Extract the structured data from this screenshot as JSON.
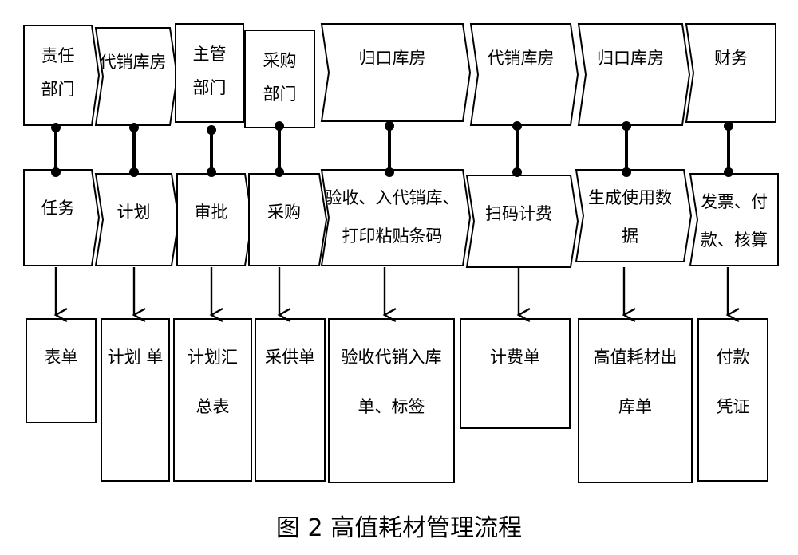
{
  "caption": "图 2   高值耗材管理流程",
  "columns": [
    {
      "dept": [
        "责任",
        "部门"
      ],
      "action": [
        "任务"
      ],
      "doc": [
        "表单"
      ]
    },
    {
      "dept": [
        "代销库房"
      ],
      "action": [
        "计划"
      ],
      "doc": [
        "计划 单"
      ]
    },
    {
      "dept": [
        "主管",
        "部门"
      ],
      "action": [
        "审批"
      ],
      "doc": [
        "计划汇",
        "总表"
      ]
    },
    {
      "dept": [
        "采购",
        "部门"
      ],
      "action": [
        "采购"
      ],
      "doc": [
        "采供单"
      ]
    },
    {
      "dept": [
        "归口库房"
      ],
      "action": [
        "验收、入代销库、",
        "打印粘贴条码"
      ],
      "doc": [
        "验收代销入库",
        "单、标签"
      ]
    },
    {
      "dept": [
        "代销库房"
      ],
      "action": [
        "扫码计费"
      ],
      "doc": [
        "计费单"
      ]
    },
    {
      "dept": [
        "归口库房"
      ],
      "action": [
        "生成使用数",
        "据"
      ],
      "doc": [
        "高值耗材出",
        "库单"
      ]
    },
    {
      "dept": [
        "财务"
      ],
      "action": [
        "发票、付",
        "款、核算"
      ],
      "doc": [
        "付款",
        "凭证"
      ]
    }
  ]
}
